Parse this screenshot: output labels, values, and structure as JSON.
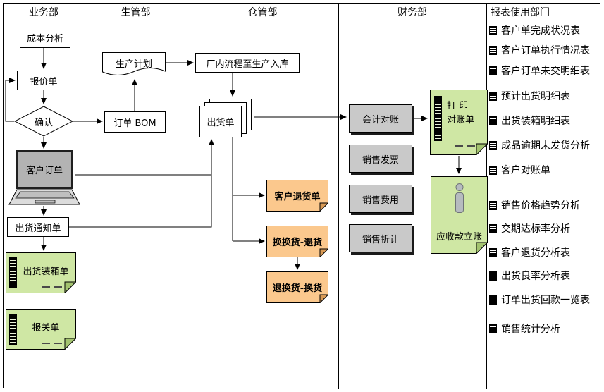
{
  "lanes": [
    {
      "label": "业务部"
    },
    {
      "label": "生管部"
    },
    {
      "label": "仓管部"
    },
    {
      "label": "财务部"
    },
    {
      "label": "报表使用部门"
    }
  ],
  "nodes": {
    "cost_analysis": "成本分析",
    "quotation": "报价单",
    "confirm": "确认",
    "order_bom": "订单 BOM",
    "production_plan": "生产计划",
    "factory_process": "厂内流程至生产入库",
    "shipping_order": "出货单",
    "customer_order": "客户订单",
    "shipping_notice": "出货通知单",
    "packing_list": "出货装箱单",
    "customs_declaration": "报关单",
    "customer_return": "客户退货单",
    "exchange_return": "换换货-退货",
    "return_exchange": "退换货-换货",
    "accounting_reconciliation": "会计对账",
    "sales_invoice": "销售发票",
    "sales_expense": "销售费用",
    "sales_allowance": "销售折让",
    "print_statement_line1": "打 印",
    "print_statement_line2": "对账单",
    "receivable_posting": "应收款立账"
  },
  "reports": {
    "items": [
      "客户单完成状况表",
      "客户订单执行情况表",
      "客户订单未交明细表",
      "预计出货明细表",
      "出货装箱明细表",
      "成品逾期未发货分析",
      "客户对账单",
      "销售价格趋势分析",
      "交期达标率分析",
      "客户退货分析表",
      "出货良率分析表",
      "订单出货回款一览表",
      "销售统计分析"
    ]
  },
  "colors": {
    "green_doc": "#cfe7a4",
    "green_fold": "#a3c36f",
    "orange_note": "#fbc88d",
    "orange_fold": "#d99a55",
    "gray_box": "#c9c9c9",
    "screen_gray": "#b3b3b3"
  }
}
